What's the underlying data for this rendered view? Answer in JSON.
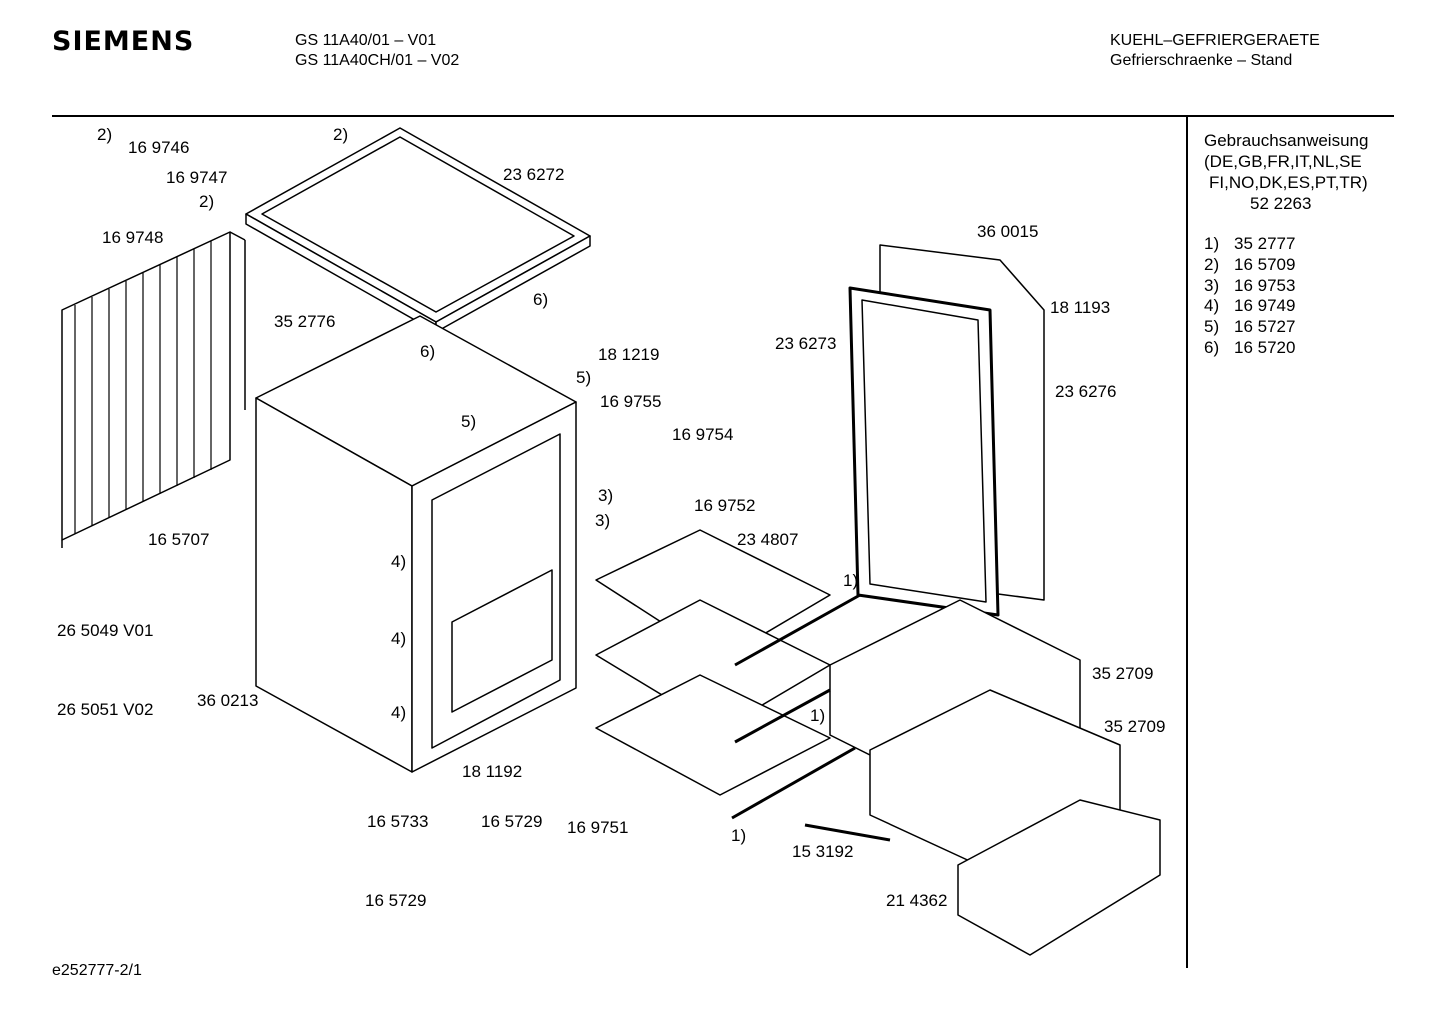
{
  "header": {
    "brand": "SIEMENS",
    "model_lines": [
      "GS 11A40/01 – V01",
      "GS 11A40CH/01 – V02"
    ],
    "category_lines": [
      "KUEHL–GEFRIERGERAETE",
      "Gefrierschraenke – Stand"
    ]
  },
  "sidebar": {
    "manual_lines": [
      "Gebrauchsanweisung",
      "(DE,GB,FR,IT,NL,SE",
      "FI,NO,DK,ES,PT,TR)",
      "52 2263"
    ],
    "legend": [
      {
        "key": "1)",
        "value": "35 2777"
      },
      {
        "key": "2)",
        "value": "16 5709"
      },
      {
        "key": "3)",
        "value": "16 9753"
      },
      {
        "key": "4)",
        "value": "16 9749"
      },
      {
        "key": "5)",
        "value": "16 5727"
      },
      {
        "key": "6)",
        "value": "16 5720"
      }
    ]
  },
  "parts": {
    "p169746": "16 9746",
    "p169747": "16 9747",
    "p169748": "16 9748",
    "p236272": "23 6272",
    "p352776": "35 2776",
    "p181219": "18 1219",
    "p169755": "16 9755",
    "p169754": "16 9754",
    "p169752": "16 9752",
    "p234807": "23 4807",
    "p165707": "16 5707",
    "p265049": "26 5049 V01",
    "p265051": "26 5051 V02",
    "p360213": "36 0213",
    "p181192": "18 1192",
    "p165733": "16 5733",
    "p165729a": "16 5729",
    "p165729b": "16 5729",
    "p169751": "16 9751",
    "p153192": "15 3192",
    "p214362": "21 4362",
    "p352709a": "35 2709",
    "p352709b": "35 2709",
    "p236273": "23 6273",
    "p236276": "23 6276",
    "p360015": "36 0015",
    "p181193": "18 1193"
  },
  "callouts": {
    "c2a": "2)",
    "c2b": "2)",
    "c2c": "2)",
    "c6a": "6)",
    "c6b": "6)",
    "c5a": "5)",
    "c5b": "5)",
    "c3a": "3)",
    "c3b": "3)",
    "c4a": "4)",
    "c4b": "4)",
    "c4c": "4)",
    "c1a": "1)",
    "c1b": "1)",
    "c1c": "1)"
  },
  "footer": {
    "code": "e252777-2/1"
  }
}
